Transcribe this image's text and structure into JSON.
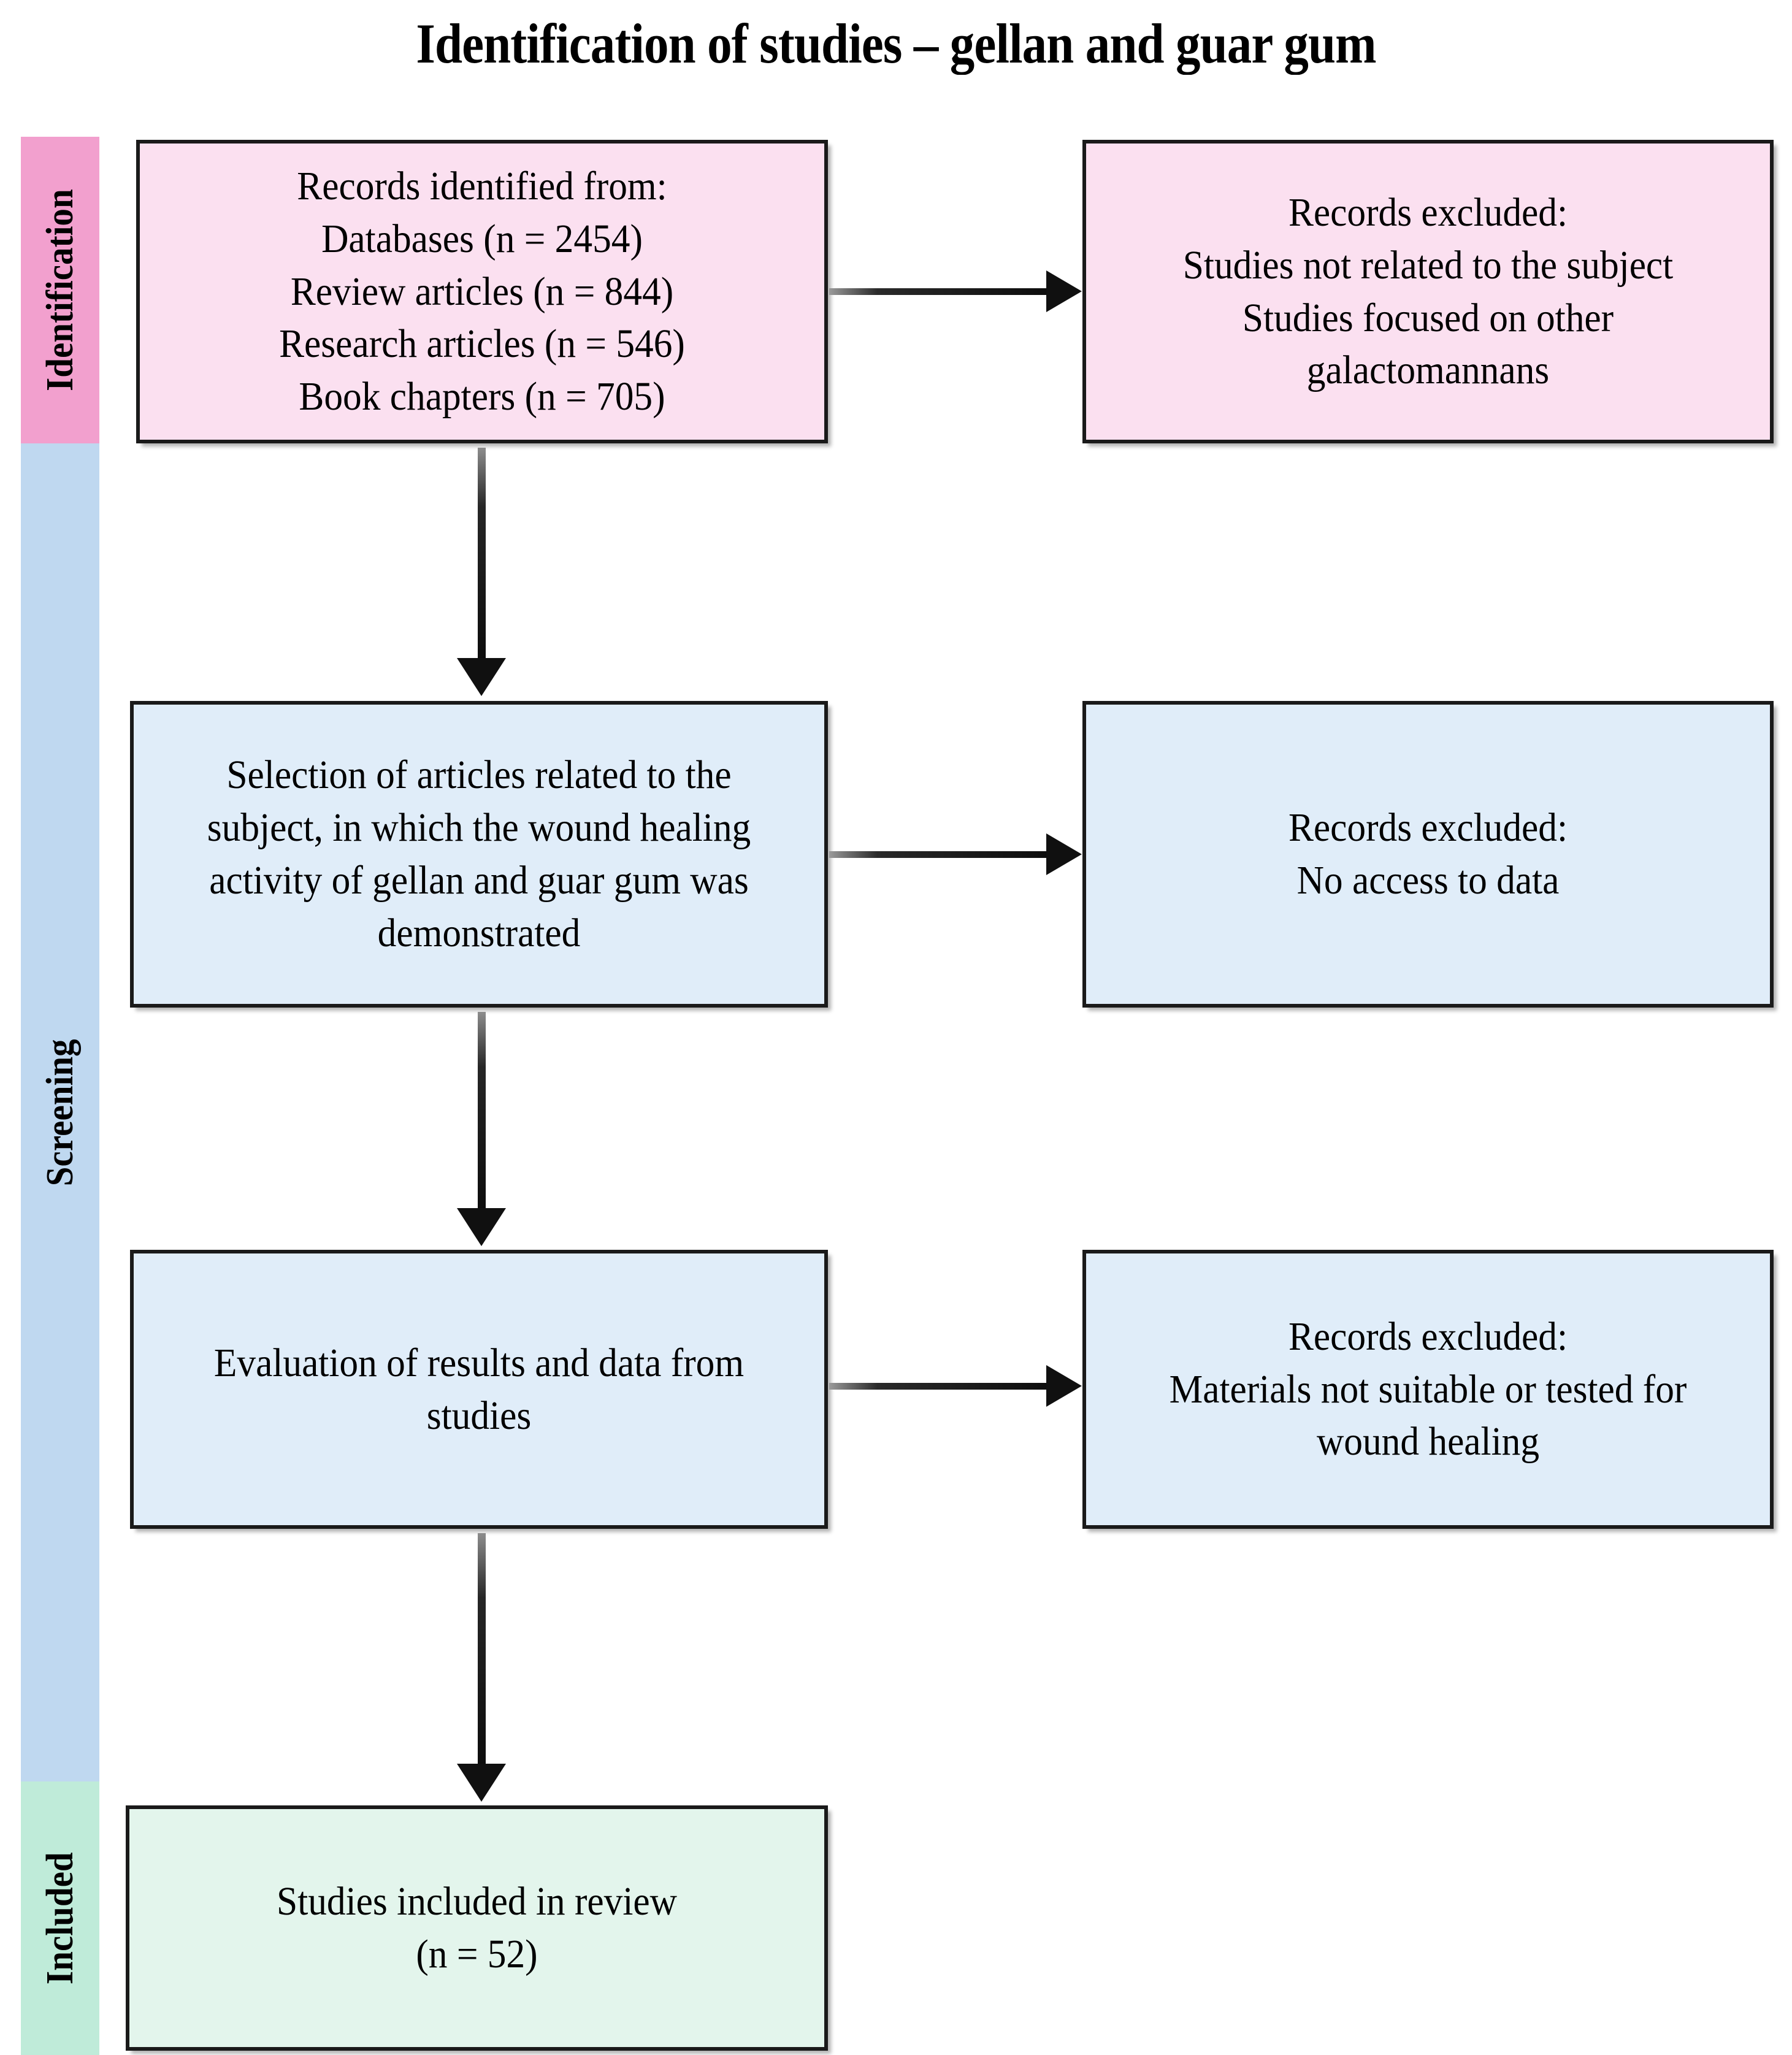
{
  "title": "Identification of studies – gellan and guar gum",
  "stages": [
    {
      "id": "identification",
      "label": "Identification",
      "color": "#F2A0CE"
    },
    {
      "id": "screening",
      "label": "Screening",
      "color": "#BFD8F0"
    },
    {
      "id": "included",
      "label": "Included",
      "color": "#BFEBD9"
    }
  ],
  "boxes": {
    "identified": {
      "text": "Records identified from:\nDatabases (n = 2454)\nReview articles (n = 844)\nResearch articles (n = 546)\nBook chapters (n = 705)",
      "fill": "#FBE0F0"
    },
    "excluded_1": {
      "text": "Records excluded:\nStudies not related to the subject\nStudies focused on other\ngalactomannans",
      "fill": "#FBE0F0"
    },
    "selection": {
      "text": "Selection of articles related to the\nsubject, in which the wound healing\nactivity of gellan and guar gum was\ndemonstrated",
      "fill": "#E0EDF9"
    },
    "excluded_2": {
      "text": "Records excluded:\nNo access to data",
      "fill": "#E0EDF9"
    },
    "evaluation": {
      "text": "Evaluation of results and data from\nstudies",
      "fill": "#E0EDF9"
    },
    "excluded_3": {
      "text": "Records excluded:\nMaterials not suitable or tested for\nwound healing",
      "fill": "#E0EDF9"
    },
    "included": {
      "text": "Studies included in review\n(n = 52)",
      "fill": "#E3F5EC"
    }
  },
  "counts": {
    "databases": 2454,
    "review_articles": 844,
    "research_articles": 546,
    "book_chapters": 705,
    "studies_included": 52
  }
}
